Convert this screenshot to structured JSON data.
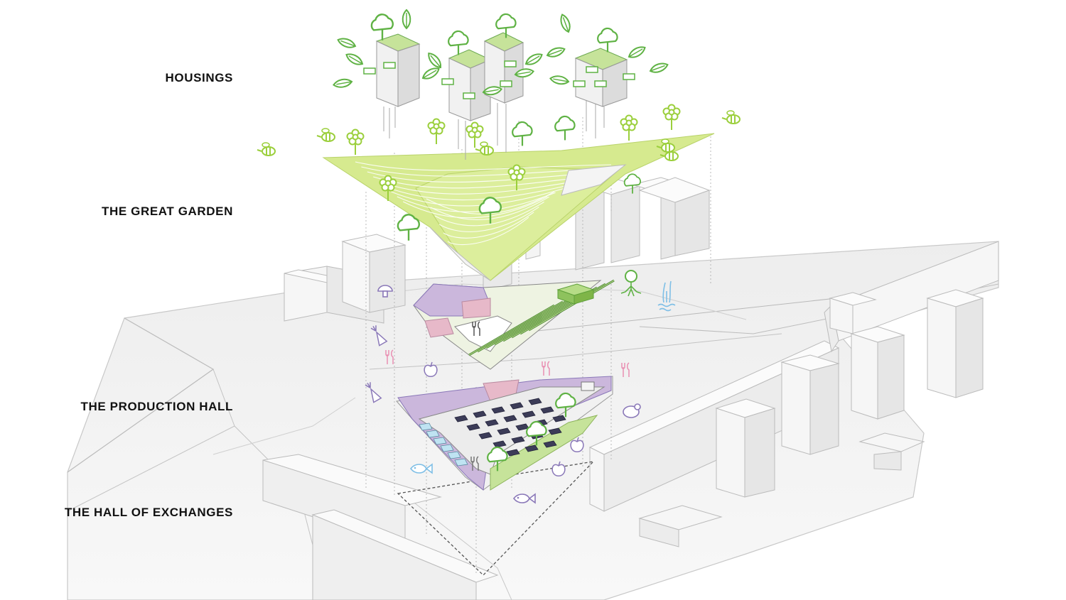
{
  "layers": {
    "housings": "HOUSINGS",
    "great_garden": "THE GREAT GARDEN",
    "production_hall": "THE PRODUCTION HALL",
    "hall_of_exchanges": "THE HALL OF EXCHANGES"
  },
  "colors": {
    "garden_green": "#d6ea8f",
    "leaf_green": "#5fb244",
    "lime_icon": "#9bcf3c",
    "roof_green": "#c6e39a",
    "purple": "#cbb7dc",
    "pink": "#e7b9c9",
    "pink_icon": "#e98fb2",
    "blue_icon": "#7fbfe6",
    "purple_icon": "#8a78b8",
    "building": "#f2f2f2",
    "line": "#9a9a9a"
  },
  "icons": [
    "tree-icon",
    "flower-icon",
    "bee-icon",
    "mushroom-icon",
    "carrot-icon",
    "fork-knife-icon",
    "apple-icon",
    "fish-icon",
    "chicken-icon",
    "roots-icon",
    "reed-water-icon"
  ]
}
